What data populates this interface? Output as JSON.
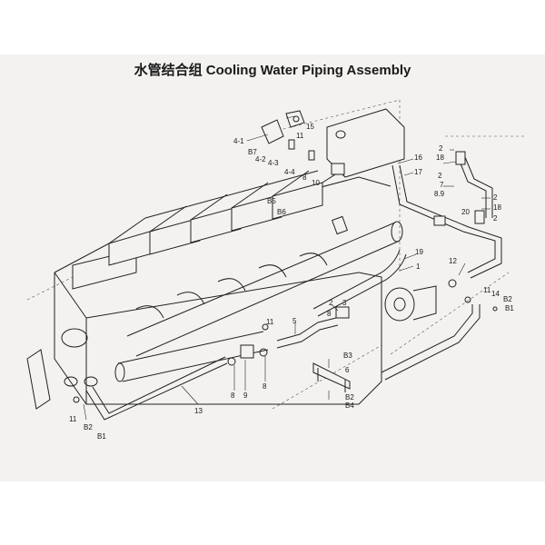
{
  "title": "水管结合组  Cooling Water Piping Assembly",
  "callouts": {
    "c1": "1",
    "c2a": "2",
    "c2b": "2",
    "c2c": "2",
    "c2d": "2",
    "c3": "3",
    "c4-1": "4-1",
    "c4-2": "4-2",
    "c4-3": "4-3",
    "c4-4": "4-4",
    "c5": "5",
    "c6": "6",
    "c7": "7",
    "c8a": "8",
    "c8b": "8",
    "c8c": "8",
    "c8d": "8",
    "c89": "8.9",
    "c9": "9",
    "c10": "10",
    "c11a": "11",
    "c11b": "11",
    "c11c": "11",
    "c12": "12",
    "c13": "13",
    "c14": "14",
    "c15": "15",
    "c16": "16",
    "c17": "17",
    "c18a": "18",
    "c18b": "18",
    "c19": "19",
    "c20": "20",
    "cB1a": "B1",
    "cB1b": "B1",
    "cB2a": "B2",
    "cB2b": "B2",
    "cB3": "B3",
    "cB4": "B4",
    "cB5": "B5",
    "cB6": "B6",
    "cB7": "B7"
  }
}
